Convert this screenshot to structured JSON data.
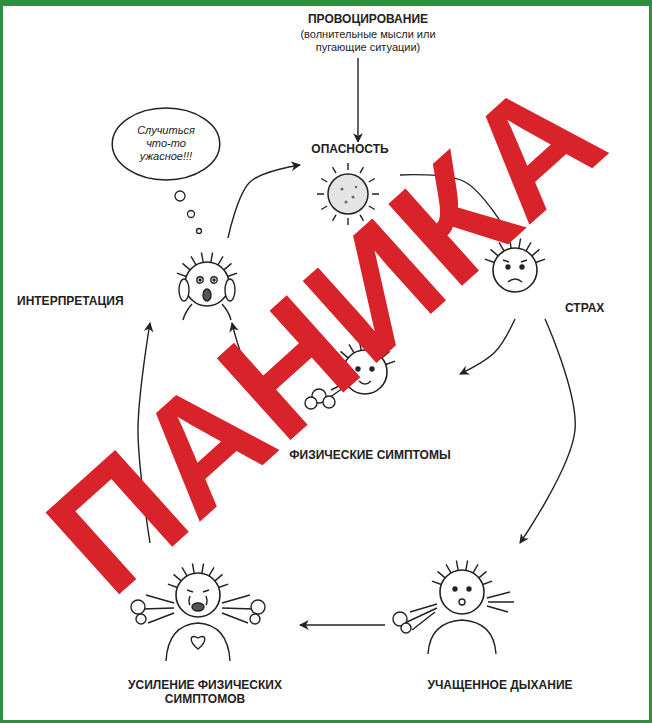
{
  "diagram": {
    "nodes": [
      {
        "text": [
          "ПРОВОЦИРОВАНИЕ",
          "(волнительные мысли или пугающие ситуации)"
        ]
      },
      {
        "text": [
          "Случиться что-то ужасное!!!"
        ]
      },
      {
        "text": [
          "ОПАСНОСТЬ"
        ]
      },
      {
        "text": [
          "ИНТЕРПРЕТАЦИЯ"
        ]
      },
      {
        "text": [
          "СТРАХ"
        ]
      },
      {
        "text": [
          "ФИЗИЧЕСКИЕ СИМПТОМЫ"
        ]
      },
      {
        "text": [
          "УЧАЩЕННОЕ ДЫХАНИЕ"
        ]
      },
      {
        "text": [
          "УСИЛЕНИЕ ФИЗИЧЕСКИХ СИМПТОМОВ"
        ]
      }
    ],
    "edges": [
      {
        "from": 0,
        "to": 2,
        "arrow": "to"
      },
      {
        "from": 2,
        "to": 4,
        "arrow": "to"
      },
      {
        "from": 4,
        "to": 5,
        "arrow": "to"
      },
      {
        "from": 4,
        "to": 6,
        "arrow": "to"
      },
      {
        "from": 6,
        "to": 7,
        "arrow": "to"
      },
      {
        "from": 7,
        "to": 3,
        "arrow": "to"
      },
      {
        "from": 5,
        "to": 3,
        "arrow": "to"
      },
      {
        "from": 3,
        "to": 2,
        "arrow": "to"
      }
    ],
    "labels": [
      "ПАНИКА"
    ]
  }
}
